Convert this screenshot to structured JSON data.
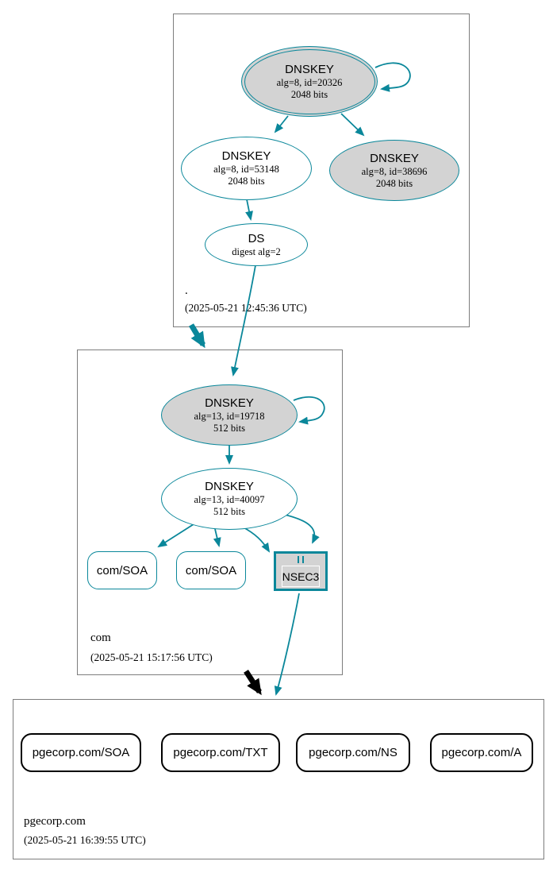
{
  "diagram_type": "dnssec-authentication-chain",
  "colors": {
    "secure": "#0a879a",
    "insecure": "#000000",
    "node_fill_gray": "#d3d3d3",
    "node_fill_white": "#ffffff",
    "zone_border_gray": "#7d7d7d"
  },
  "zones": [
    {
      "name": ".",
      "timestamp": "(2025-05-21 12:45:36 UTC)",
      "nodes": {
        "ksk": {
          "title": "DNSKEY",
          "detail1": "alg=8, id=20326",
          "detail2": "2048 bits"
        },
        "zsk": {
          "title": "DNSKEY",
          "detail1": "alg=8, id=53148",
          "detail2": "2048 bits"
        },
        "key38696": {
          "title": "DNSKEY",
          "detail1": "alg=8, id=38696",
          "detail2": "2048 bits"
        },
        "ds": {
          "title": "DS",
          "detail1": "digest alg=2"
        }
      }
    },
    {
      "name": "com",
      "timestamp": "(2025-05-21 15:17:56 UTC)",
      "nodes": {
        "ksk": {
          "title": "DNSKEY",
          "detail1": "alg=13, id=19718",
          "detail2": "512 bits"
        },
        "zsk": {
          "title": "DNSKEY",
          "detail1": "alg=13, id=40097",
          "detail2": "512 bits"
        },
        "soa1": {
          "label": "com/SOA"
        },
        "soa2": {
          "label": "com/SOA"
        },
        "nsec3": {
          "label": "NSEC3"
        }
      }
    },
    {
      "name": "pgecorp.com",
      "timestamp": "(2025-05-21 16:39:55 UTC)",
      "nodes": {
        "soa": {
          "label": "pgecorp.com/SOA"
        },
        "txt": {
          "label": "pgecorp.com/TXT"
        },
        "ns": {
          "label": "pgecorp.com/NS"
        },
        "a": {
          "label": "pgecorp.com/A"
        }
      }
    }
  ],
  "edges": [
    {
      "from": "./DNSKEY-20326",
      "to": "./DNSKEY-20326",
      "kind": "self-sign"
    },
    {
      "from": "./DNSKEY-20326",
      "to": "./DNSKEY-53148",
      "kind": "sign"
    },
    {
      "from": "./DNSKEY-20326",
      "to": "./DNSKEY-38696",
      "kind": "sign"
    },
    {
      "from": "./DNSKEY-53148",
      "to": "./DS",
      "kind": "sign"
    },
    {
      "from": "./DS",
      "to": "com/DNSKEY-19718",
      "kind": "ds-authenticates"
    },
    {
      "from": ".",
      "to": "com",
      "kind": "delegation-secure"
    },
    {
      "from": "com/DNSKEY-19718",
      "to": "com/DNSKEY-19718",
      "kind": "self-sign"
    },
    {
      "from": "com/DNSKEY-19718",
      "to": "com/DNSKEY-40097",
      "kind": "sign"
    },
    {
      "from": "com/DNSKEY-40097",
      "to": "com/SOA-1",
      "kind": "sign"
    },
    {
      "from": "com/DNSKEY-40097",
      "to": "com/SOA-2",
      "kind": "sign"
    },
    {
      "from": "com/DNSKEY-40097",
      "to": "com/NSEC3",
      "kind": "sign"
    },
    {
      "from": "com/DNSKEY-40097",
      "to": "com/NSEC3",
      "kind": "sign"
    },
    {
      "from": "com/NSEC3",
      "to": "pgecorp.com",
      "kind": "proves-insecure"
    },
    {
      "from": "com",
      "to": "pgecorp.com",
      "kind": "delegation-insecure"
    }
  ]
}
